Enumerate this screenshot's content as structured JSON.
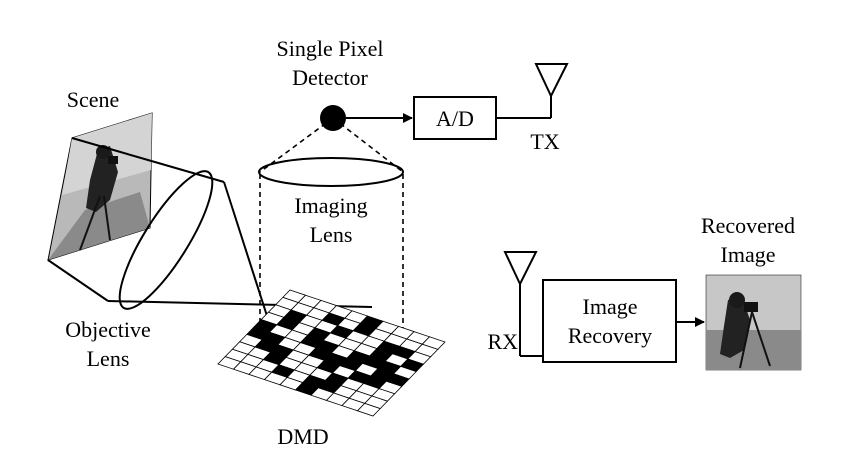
{
  "labels": {
    "single_pixel_detector_line1": "Single Pixel",
    "single_pixel_detector_line2": "Detector",
    "ad": "A/D",
    "tx": "TX",
    "scene": "Scene",
    "imaging_lens_line1": "Imaging",
    "imaging_lens_line2": "Lens",
    "objective_lens_line1": "Objective",
    "objective_lens_line2": "Lens",
    "dmd": "DMD",
    "recovered_image_line1": "Recovered",
    "recovered_image_line2": "Image",
    "image_recovery_line1": "Image",
    "image_recovery_line2": "Recovery",
    "rx": "RX"
  },
  "dmd_pattern": [
    [
      0,
      0,
      0,
      0,
      0,
      1,
      0,
      0,
      0,
      0
    ],
    [
      0,
      0,
      0,
      1,
      0,
      1,
      0,
      0,
      0,
      0
    ],
    [
      0,
      1,
      0,
      0,
      1,
      0,
      0,
      1,
      1,
      0
    ],
    [
      0,
      1,
      0,
      1,
      0,
      0,
      0,
      1,
      0,
      1
    ],
    [
      1,
      0,
      0,
      1,
      1,
      0,
      1,
      1,
      1,
      0
    ],
    [
      1,
      1,
      0,
      0,
      1,
      1,
      1,
      0,
      1,
      1
    ],
    [
      0,
      1,
      1,
      0,
      0,
      1,
      0,
      1,
      1,
      0
    ],
    [
      0,
      0,
      1,
      0,
      0,
      0,
      1,
      0,
      0,
      0
    ],
    [
      0,
      0,
      0,
      1,
      0,
      1,
      1,
      0,
      0,
      0
    ],
    [
      0,
      0,
      0,
      0,
      0,
      1,
      0,
      0,
      0,
      0
    ]
  ],
  "colors": {
    "ink": "#000000",
    "photo_dark": "#2a2a2a",
    "photo_mid": "#8c8c8c",
    "photo_light": "#c8c8c8"
  }
}
